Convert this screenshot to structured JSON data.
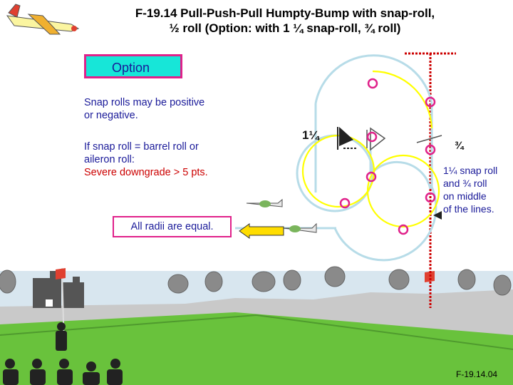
{
  "title": {
    "line1": "F-19.14 Pull-Push-Pull Humpty-Bump with snap-roll,",
    "line2": "½ roll (Option: with 1 ¼ snap-roll, ¾ roll)"
  },
  "option_label": "Option",
  "notes": {
    "snap_sign": [
      "Snap rolls may be positive",
      "or negative."
    ],
    "barrel": [
      "If snap roll = barrel roll or",
      "aileron roll:"
    ],
    "downgrade": "Severe downgrade > 5 pts.",
    "radii": "All radii are equal.",
    "middle": [
      "1¼ snap roll",
      "and ¾ roll",
      "on middle",
      "of the lines."
    ]
  },
  "figure": {
    "snap_label": "1¼",
    "three_quarter_label": "¾"
  },
  "reference": "F-19.14.04",
  "colors": {
    "marker": "#e0218a",
    "text_blue": "#1a1a99",
    "warning_red": "#cc0000",
    "circle_fill": "#ffff00",
    "flight_path": "#b7dce8",
    "judge_line": "#cc0000",
    "option_bg": "#17e6d8",
    "sky": "#d8e6ef",
    "grass": "#69c23c"
  }
}
